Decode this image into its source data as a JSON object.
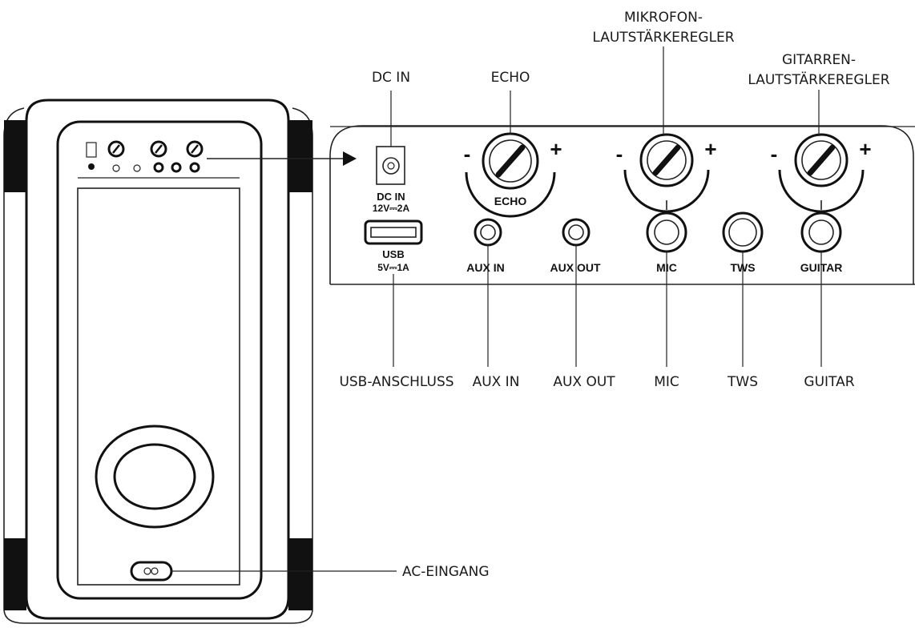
{
  "callouts": {
    "dc_in": "DC IN",
    "echo": "ECHO",
    "mic_volume_line1": "MIKROFON-",
    "mic_volume_line2": "LAUTSTÄRKEREGLER",
    "guitar_volume_line1": "GITARREN-",
    "guitar_volume_line2": "LAUTSTÄRKEREGLER",
    "usb_port": "USB-ANSCHLUSS",
    "aux_in": "AUX IN",
    "aux_out": "AUX OUT",
    "mic": "MIC",
    "tws": "TWS",
    "guitar": "GUITAR",
    "ac_input": "AC-EINGANG"
  },
  "panel_labels": {
    "dc_in_line1": "DC IN",
    "dc_in_line2": "12V⎓2A",
    "usb_line1": "USB",
    "usb_line2": "5V⎓1A",
    "echo": "ECHO",
    "aux_in": "AUX IN",
    "aux_out": "AUX OUT",
    "mic": "MIC",
    "tws": "TWS",
    "guitar": "GUITAR",
    "minus": "-",
    "plus": "+"
  }
}
